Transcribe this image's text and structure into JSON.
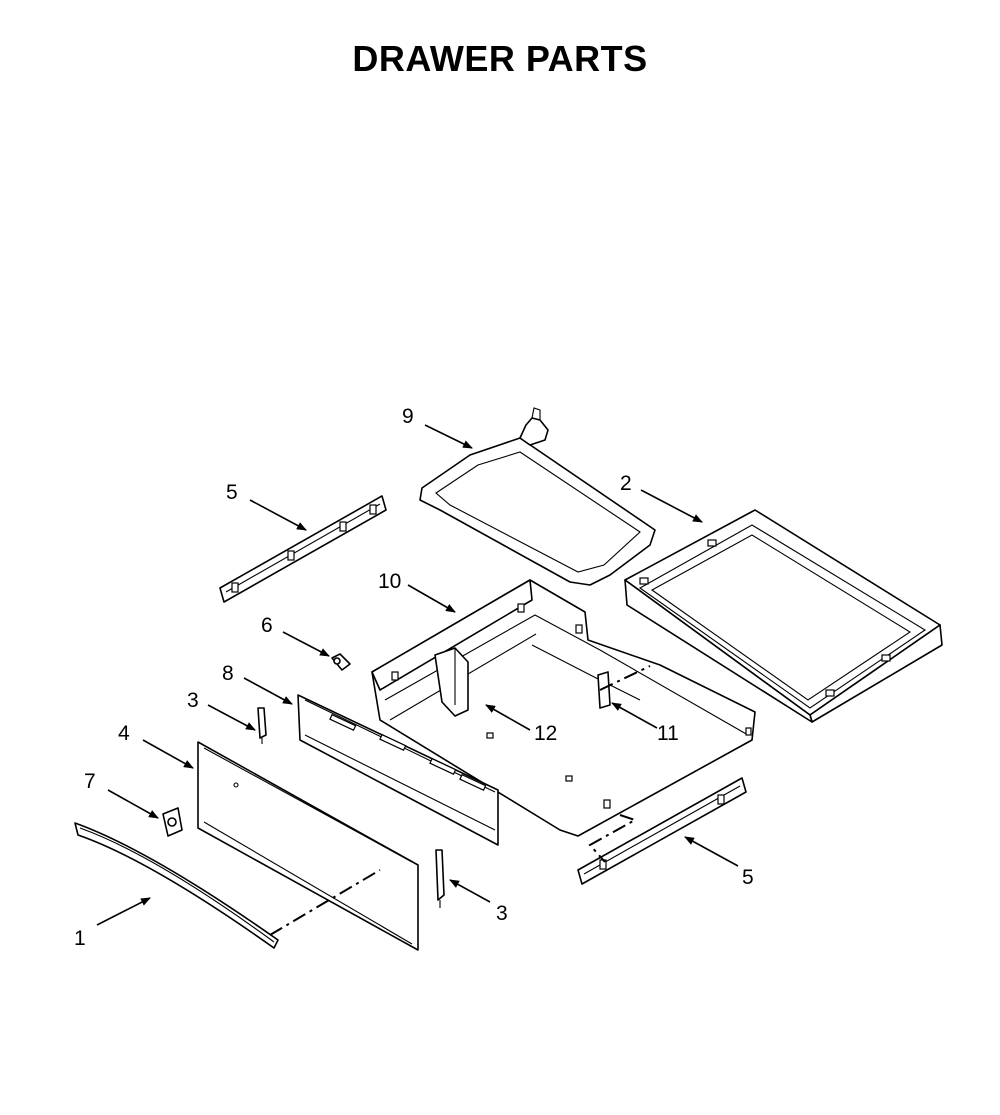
{
  "title": "DRAWER PARTS",
  "callouts": {
    "c1": "1",
    "c2": "2",
    "c3a": "3",
    "c3b": "3",
    "c4": "4",
    "c5a": "5",
    "c5b": "5",
    "c6": "6",
    "c7": "7",
    "c8": "8",
    "c9": "9",
    "c10": "10",
    "c11": "11",
    "c12": "12"
  }
}
